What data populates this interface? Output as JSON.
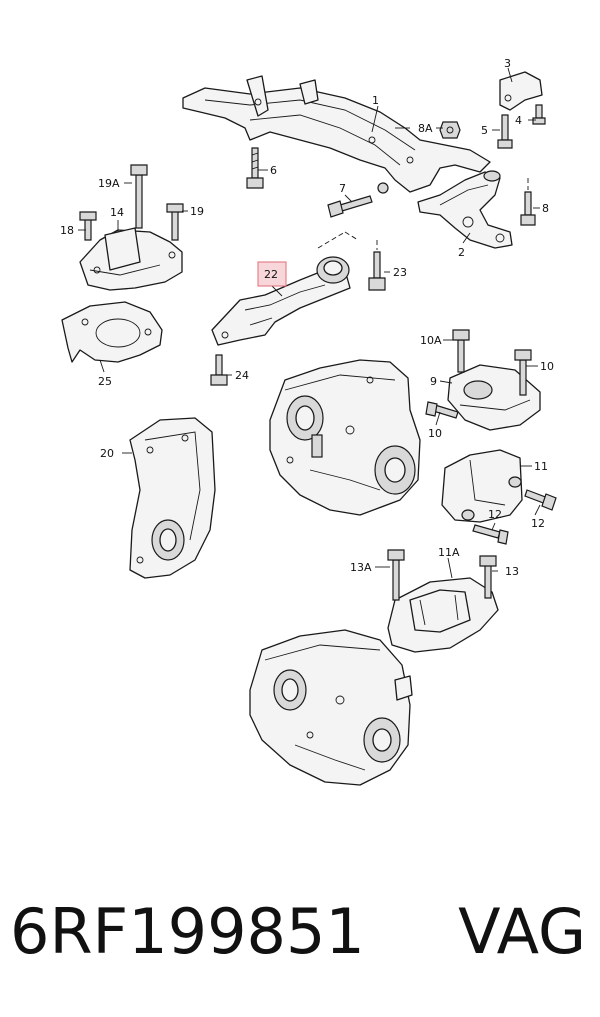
{
  "diagram": {
    "callouts": [
      "1",
      "2",
      "3",
      "4",
      "5",
      "6",
      "7",
      "8",
      "8A",
      "9",
      "10",
      "10",
      "10A",
      "11",
      "11A",
      "12",
      "12",
      "13",
      "13",
      "13A",
      "14",
      "18",
      "19",
      "19A",
      "20",
      "22",
      "23",
      "24",
      "25"
    ],
    "highlighted_callout": "22",
    "colors": {
      "ink": "#1a1a1a",
      "highlight_fill": "#f8d7da",
      "highlight_stroke": "#e06c75"
    }
  },
  "footer": {
    "part_number": "6RF199851",
    "brand": "VAG"
  }
}
